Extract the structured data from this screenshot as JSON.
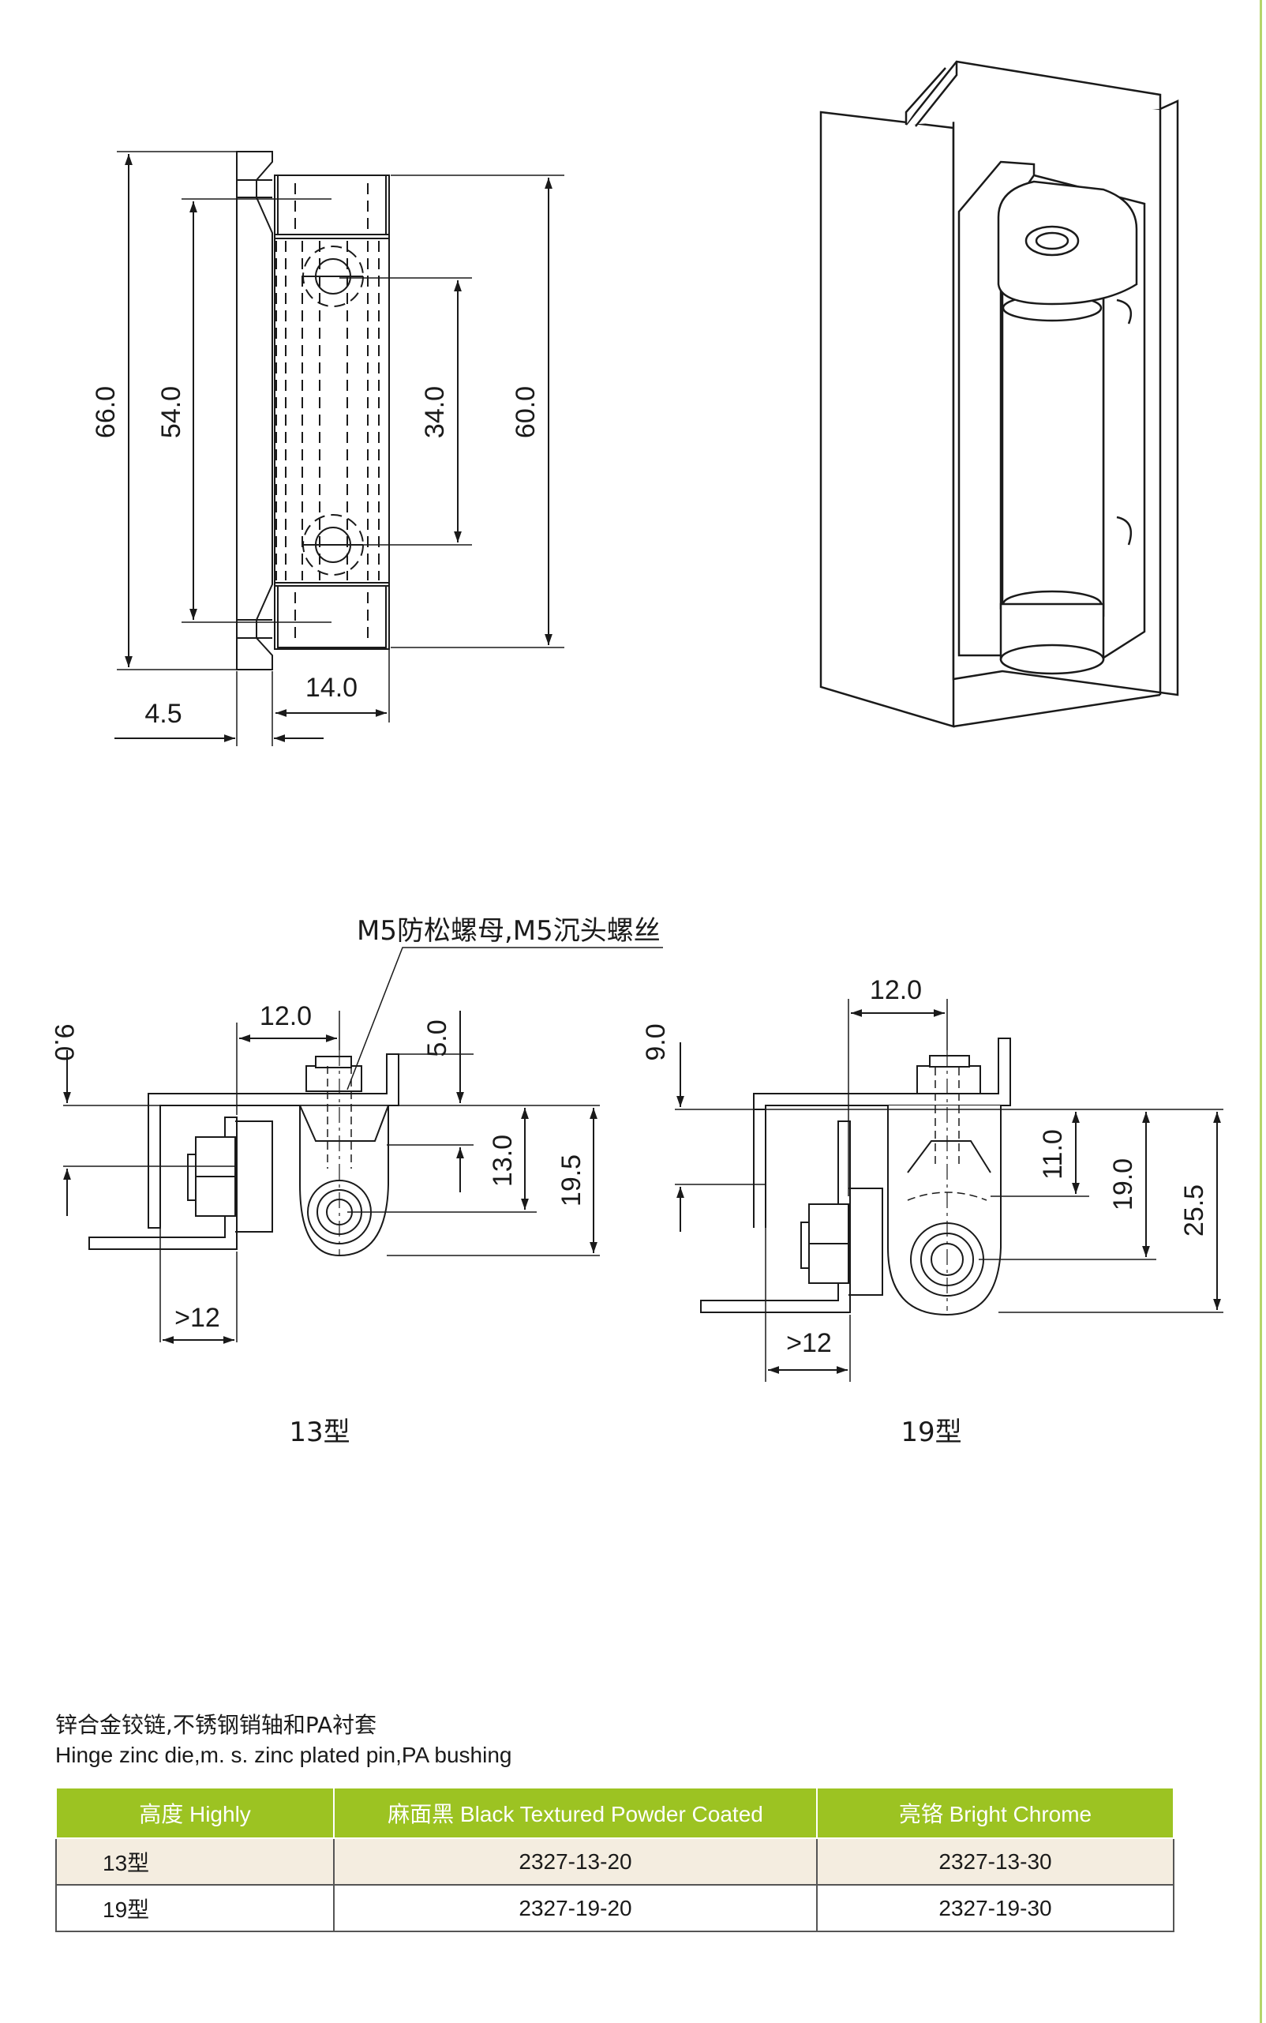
{
  "front_view": {
    "dims": {
      "h66": "66.0",
      "h54": "54.0",
      "h34": "34.0",
      "h60": "60.0",
      "w14": "14.0",
      "w45": "4.5"
    }
  },
  "type13": {
    "note": "M5防松螺母,M5沉头螺丝",
    "dims": {
      "w12": "12.0",
      "h9": "9.0",
      "h5": "5.0",
      "h13": "13.0",
      "h195": "19.5",
      "gt12": ">12"
    },
    "label": "13型"
  },
  "type19": {
    "dims": {
      "w12": "12.0",
      "h9": "9.0",
      "h11": "11.0",
      "h19": "19.0",
      "h255": "25.5",
      "gt12": ">12"
    },
    "label": "19型"
  },
  "captions": {
    "cn": "锌合金铰链,不锈钢销轴和PA衬套",
    "en": "Hinge zinc die,m. s. zinc plated pin,PA bushing"
  },
  "table": {
    "headers": [
      "高度 Highly",
      "麻面黑 Black Textured Powder Coated",
      "亮铬 Bright Chrome"
    ],
    "rows": [
      [
        "13型",
        "2327-13-20",
        "2327-13-30"
      ],
      [
        "19型",
        "2327-19-20",
        "2327-19-30"
      ]
    ]
  },
  "colors": {
    "header_green": "#9cc322",
    "row_cream": "#f4ede0",
    "side_rule": "#b5d56a"
  }
}
